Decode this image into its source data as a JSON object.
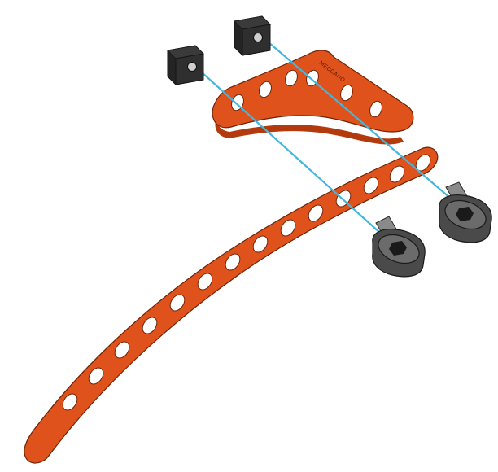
{
  "figure": {
    "brand_stamp": "MECCANO"
  },
  "colors": {
    "strip": "#e0521b",
    "strip_side": "#b23a0c",
    "edge": "#6e2406",
    "axis": "#3fb7e0"
  },
  "parts": [
    {
      "name": "angle-strip",
      "hole_count": 6,
      "bent": true
    },
    {
      "name": "curved-strip",
      "hole_count": 14
    },
    {
      "name": "square-nut",
      "count": 2
    },
    {
      "name": "socket-cap-bolt",
      "count": 2
    }
  ]
}
